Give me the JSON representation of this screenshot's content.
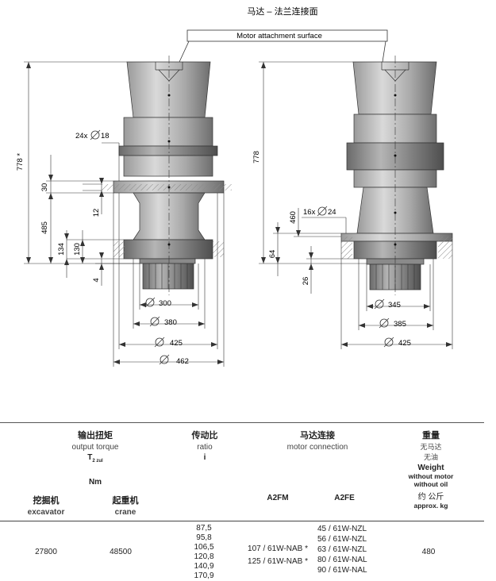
{
  "drawing": {
    "title_cn": "马达 – 法兰连接面",
    "title_en": "Motor attachment surface",
    "left": {
      "height_total": "778 *",
      "holes": "24x",
      "hole_dia": "18",
      "d30": "30",
      "d12": "12",
      "d485": "485",
      "d134": "134",
      "d130": "130",
      "d4": "4",
      "dia300": "300",
      "dia380": "380",
      "dia425": "425",
      "dia462": "462"
    },
    "right": {
      "height_total": "778",
      "holes": "16x",
      "hole_dia": "24",
      "d460": "460",
      "d64": "64",
      "d26": "26",
      "dia345": "345",
      "dia385": "385",
      "dia425": "425"
    }
  },
  "table": {
    "torque": {
      "cn": "输出扭矩",
      "en": "output torque",
      "symbol": "T",
      "sub": "2 zul",
      "unit": "Nm"
    },
    "ratio": {
      "cn": "传动比",
      "en": "ratio",
      "symbol": "i"
    },
    "motor": {
      "cn": "马达连接",
      "en": "motor connection",
      "a2fm": "A2FM",
      "a2fe": "A2FE"
    },
    "weight": {
      "cn": "重量",
      "cn2": "无马达",
      "cn3": "无油",
      "en": "Weight",
      "en2": "without motor",
      "en3": "without oil",
      "cn4": "约   公斤",
      "en4": "approx. kg"
    },
    "excavator": {
      "cn": "挖掘机",
      "en": "excavator"
    },
    "crane": {
      "cn": "起重机",
      "en": "crane"
    },
    "row": {
      "excavator": "27800",
      "crane": "48500",
      "ratios": [
        "87,5",
        "95,8",
        "106,5",
        "120,8",
        "140,9",
        "170,9"
      ],
      "a2fm": [
        "107 / 61W-NAB *",
        "125 / 61W-NAB *"
      ],
      "a2fe": [
        "45 / 61W-NZL",
        "56 / 61W-NZL",
        "63 / 61W-NZL",
        "80 / 61W-NAL",
        "90 / 61W-NAL"
      ],
      "weight": "480"
    }
  }
}
